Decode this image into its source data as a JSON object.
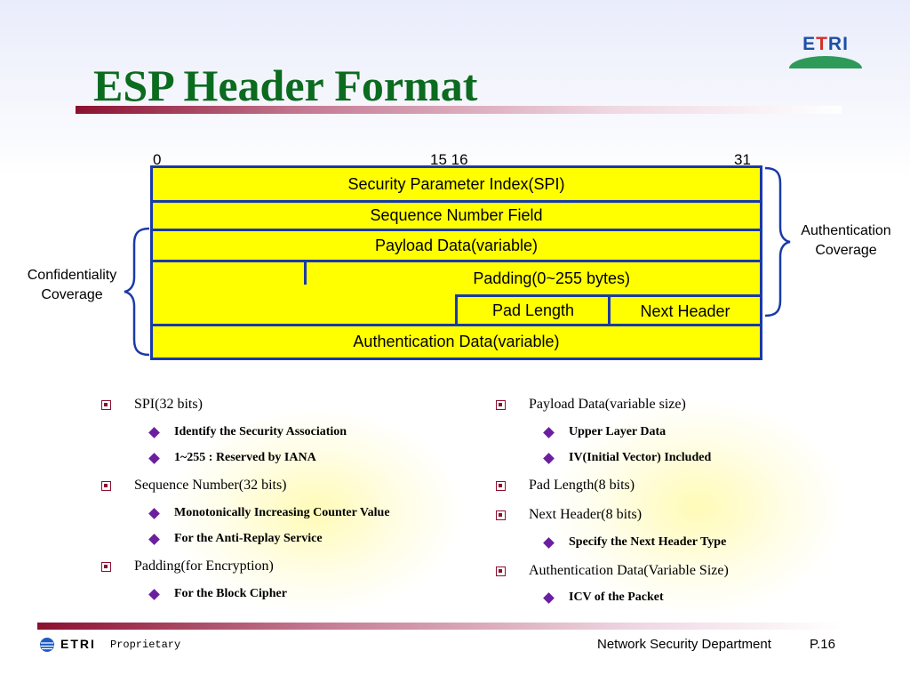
{
  "title": "ESP Header Format",
  "logo": {
    "text_blue_1": "E",
    "text_red": "T",
    "text_blue_2": "RI"
  },
  "diagram": {
    "bit_labels": {
      "start": "0",
      "mid": "15 16",
      "end": "31"
    },
    "fields": {
      "spi": "Security Parameter Index(SPI)",
      "sequence": "Sequence Number Field",
      "payload": "Payload Data(variable)",
      "padding": "Padding(0~255 bytes)",
      "pad_length": "Pad Length",
      "next_header": "Next Header",
      "auth_data": "Authentication Data(variable)"
    },
    "confidentiality": {
      "line1": "Confidentiality",
      "line2": "Coverage"
    },
    "authentication": {
      "line1": "Authentication",
      "line2": "Coverage"
    }
  },
  "left_list": [
    {
      "text": "SPI(32 bits)",
      "sub": [
        "Identify the Security Association",
        "1~255 : Reserved by IANA"
      ]
    },
    {
      "text": "Sequence Number(32 bits)",
      "sub": [
        "Monotonically Increasing Counter Value",
        "For the Anti-Replay Service"
      ]
    },
    {
      "text": "Padding(for Encryption)",
      "sub": [
        "For the Block Cipher"
      ]
    }
  ],
  "right_list": [
    {
      "text": "Payload Data(variable size)",
      "sub": [
        "Upper Layer Data",
        "IV(Initial Vector) Included"
      ]
    },
    {
      "text": "Pad Length(8 bits)",
      "sub": []
    },
    {
      "text": "Next Header(8 bits)",
      "sub": [
        "Specify the Next Header Type"
      ]
    },
    {
      "text": "Authentication Data(Variable Size)",
      "sub": [
        "ICV of the Packet"
      ]
    }
  ],
  "footer": {
    "brand": "ETRI",
    "proprietary": "Proprietary",
    "department": "Network Security Department",
    "page": "P.16"
  },
  "colors": {
    "title_green": "#0b6b1f",
    "field_yellow": "#ffff00",
    "field_border": "#1a3aa8",
    "accent_maroon": "#8b1030",
    "diamond_purple": "#6a1fa0"
  }
}
